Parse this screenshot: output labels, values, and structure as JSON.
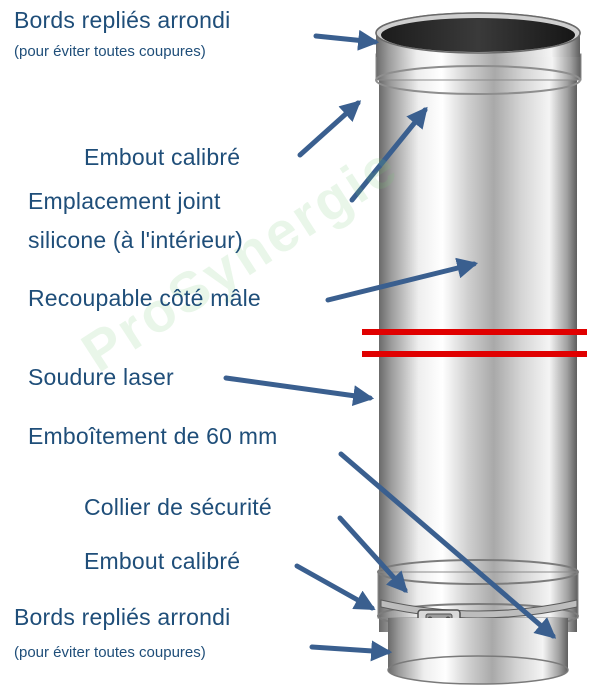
{
  "labels": {
    "bords_top": "Bords repliés arrondi",
    "bords_top_sub": "(pour éviter toutes coupures)",
    "embout_top": "Embout calibré",
    "joint_line1": "Emplacement joint",
    "joint_line2": "silicone (à l'intérieur)",
    "recoupable": "Recoupable côté mâle",
    "soudure": "Soudure laser",
    "emboitement": "Emboîtement de 60 mm",
    "collier": "Collier de sécurité",
    "embout_bottom": "Embout calibré",
    "bords_bottom": "Bords repliés arrondi",
    "bords_bottom_sub": "(pour éviter toutes coupures)"
  },
  "watermark": "ProSynergie",
  "colors": {
    "label_text": "#1F4E79",
    "arrow": "#3A5F8F",
    "cut_line": "#E00000",
    "pipe_mid": "#D8D8D8",
    "pipe_dark": "#6E6E6E"
  }
}
